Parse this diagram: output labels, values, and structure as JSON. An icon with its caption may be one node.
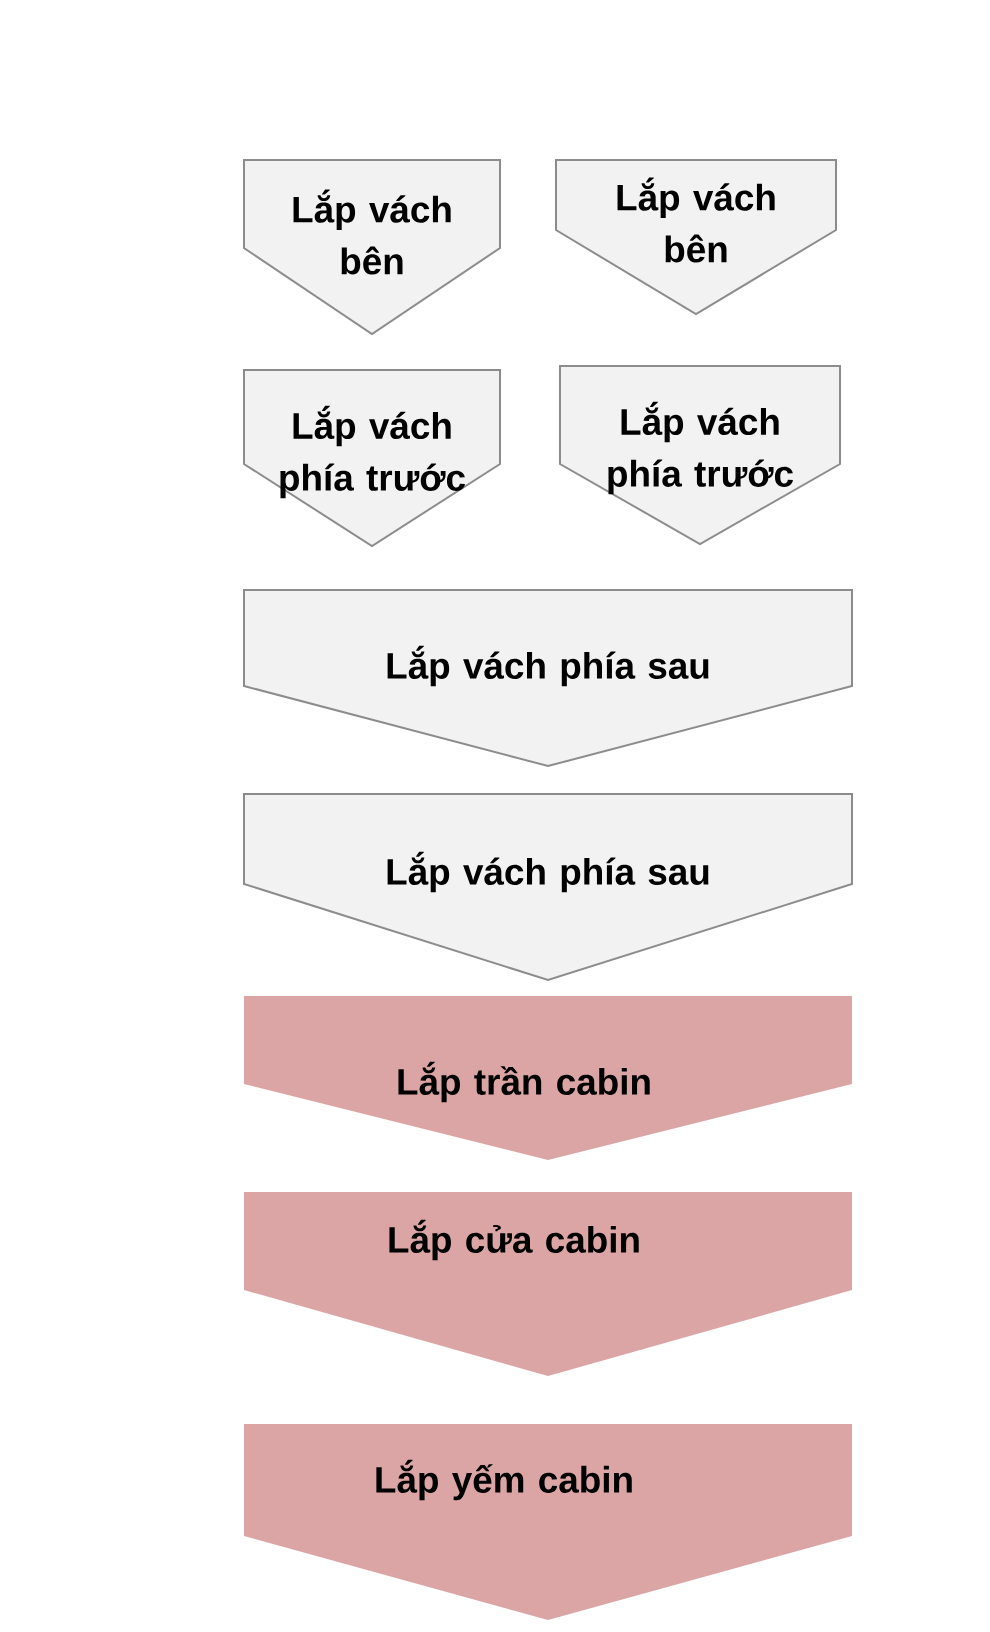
{
  "diagram": {
    "nodes": [
      {
        "text": [
          "Lắp vách bên"
        ]
      },
      {
        "text": [
          "Lắp vách bên"
        ]
      },
      {
        "text": [
          "Lắp vách phía trước"
        ]
      },
      {
        "text": [
          "Lắp vách phía trước"
        ]
      },
      {
        "text": [
          "Lắp vách phía sau"
        ]
      },
      {
        "text": [
          "Lắp vách phía sau"
        ]
      },
      {
        "text": [
          "Lắp trần cabin"
        ]
      },
      {
        "text": [
          "Lắp cửa cabin"
        ]
      },
      {
        "text": [
          "Lắp yếm cabin"
        ]
      }
    ]
  }
}
